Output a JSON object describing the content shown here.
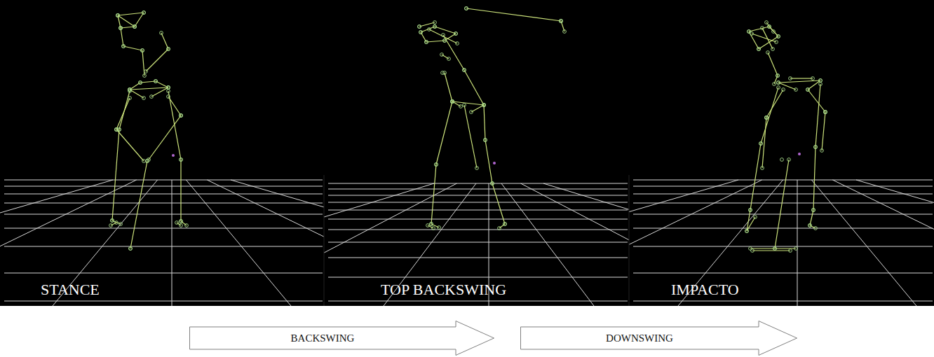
{
  "diagram": {
    "nodes": [
      {
        "text": [
          "STANCE"
        ]
      },
      {
        "text": [
          "TOP BACKSWING"
        ]
      },
      {
        "text": [
          "IMPACTO"
        ]
      },
      {
        "text": [
          "BACKSWING"
        ]
      },
      {
        "text": [
          "DOWNSWING"
        ]
      }
    ]
  }
}
